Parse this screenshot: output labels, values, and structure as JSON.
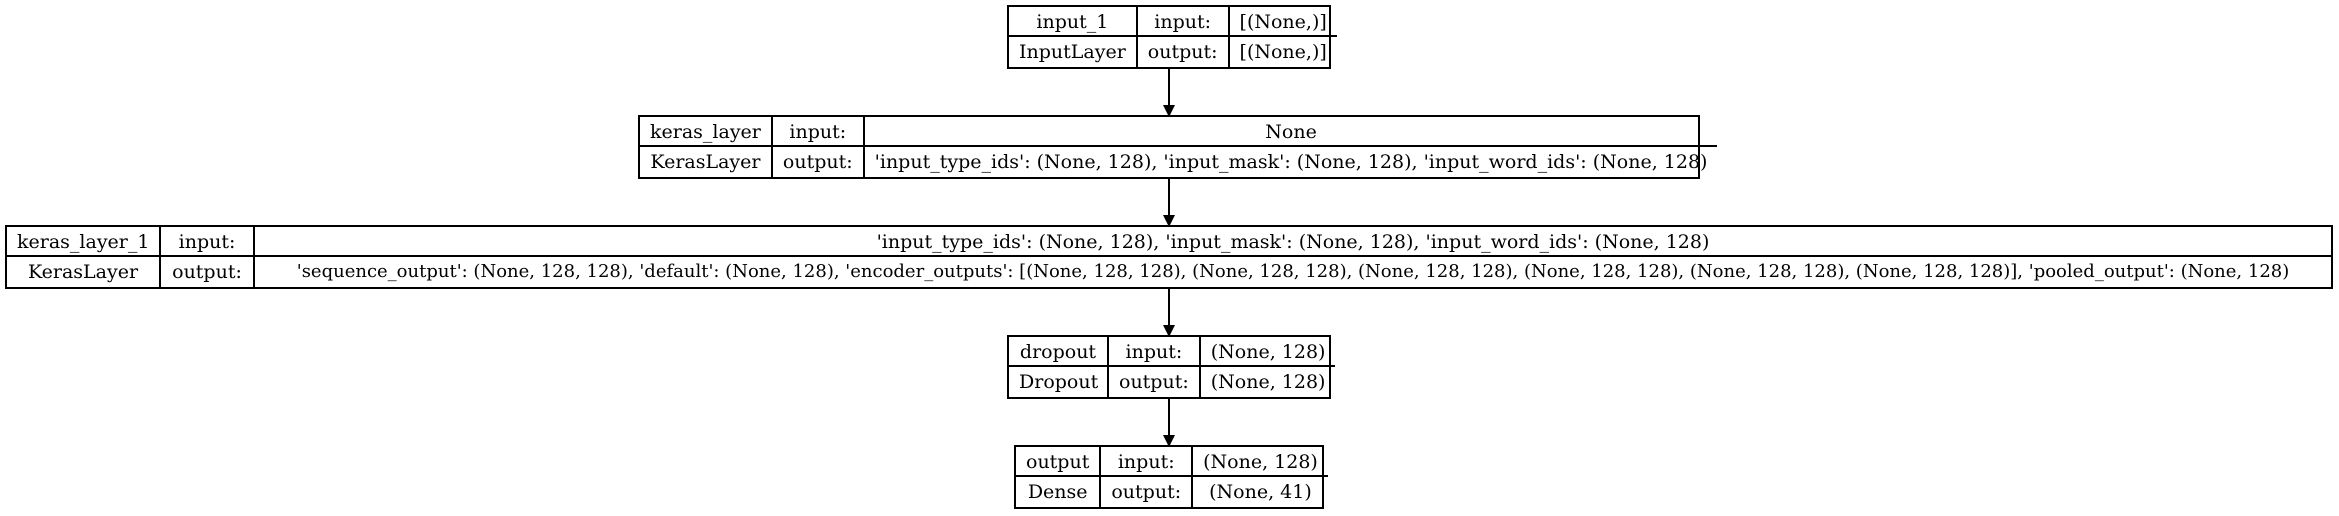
{
  "nodes": [
    {
      "name": "input_1",
      "type": "InputLayer",
      "io_label_in": "input:",
      "io_label_out": "output:",
      "input": "[(None,)]",
      "output": "[(None,)]"
    },
    {
      "name": "keras_layer",
      "type": "KerasLayer",
      "io_label_in": "input:",
      "io_label_out": "output:",
      "input": "None",
      "output": "'input_type_ids': (None, 128), 'input_mask': (None, 128), 'input_word_ids': (None, 128)"
    },
    {
      "name": "keras_layer_1",
      "type": "KerasLayer",
      "io_label_in": "input:",
      "io_label_out": "output:",
      "input": "'input_type_ids': (None, 128), 'input_mask': (None, 128), 'input_word_ids': (None, 128)",
      "output": "'sequence_output': (None, 128, 128), 'default': (None, 128), 'encoder_outputs': [(None, 128, 128), (None, 128, 128), (None, 128, 128), (None, 128, 128), (None, 128, 128), (None, 128, 128)], 'pooled_output': (None, 128)"
    },
    {
      "name": "dropout",
      "type": "Dropout",
      "io_label_in": "input:",
      "io_label_out": "output:",
      "input": "(None, 128)",
      "output": "(None, 128)"
    },
    {
      "name": "output",
      "type": "Dense",
      "io_label_in": "input:",
      "io_label_out": "output:",
      "input": "(None, 128)",
      "output": "(None, 41)"
    }
  ],
  "edges": [
    {
      "from": "input_1",
      "to": "keras_layer"
    },
    {
      "from": "keras_layer",
      "to": "keras_layer_1"
    },
    {
      "from": "keras_layer_1",
      "to": "dropout"
    },
    {
      "from": "dropout",
      "to": "output"
    }
  ]
}
